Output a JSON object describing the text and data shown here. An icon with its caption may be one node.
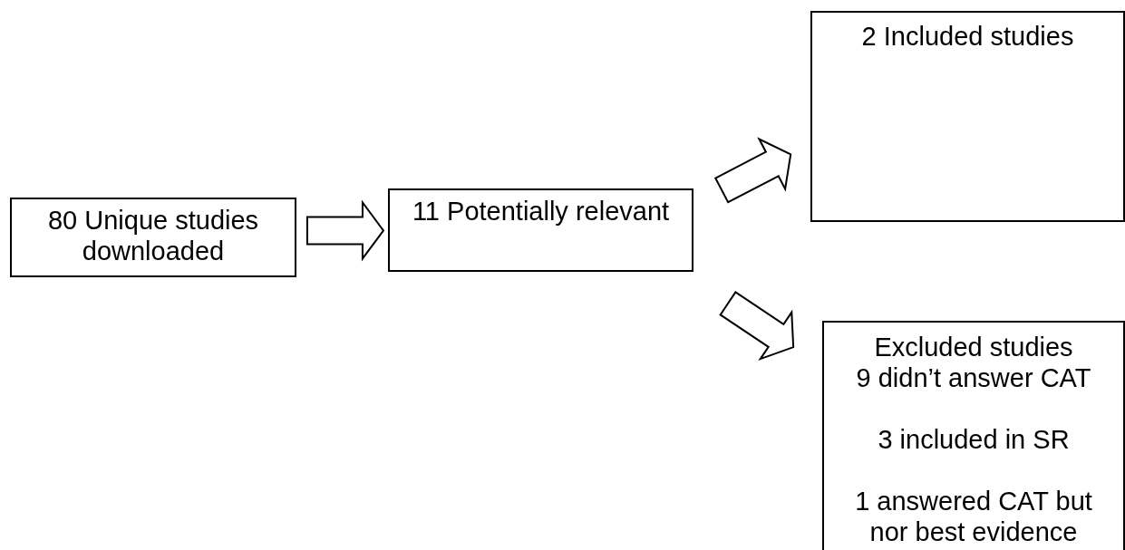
{
  "diagram": {
    "nodes": [
      {
        "text": [
          "80 Unique studies downloaded"
        ]
      },
      {
        "text": [
          "11 Potentially relevant"
        ]
      },
      {
        "text": [
          "2 Included studies"
        ]
      },
      {
        "text": [
          "Excluded studies",
          "9 didn’t answer CAT",
          "3 included in SR",
          "1 answered CAT but nor best evidence"
        ]
      }
    ],
    "edges": [
      {
        "from": 0,
        "to": 1,
        "arrow": "to"
      },
      {
        "from": 1,
        "to": 2,
        "arrow": "to"
      },
      {
        "from": 1,
        "to": 3,
        "arrow": "to"
      }
    ]
  }
}
